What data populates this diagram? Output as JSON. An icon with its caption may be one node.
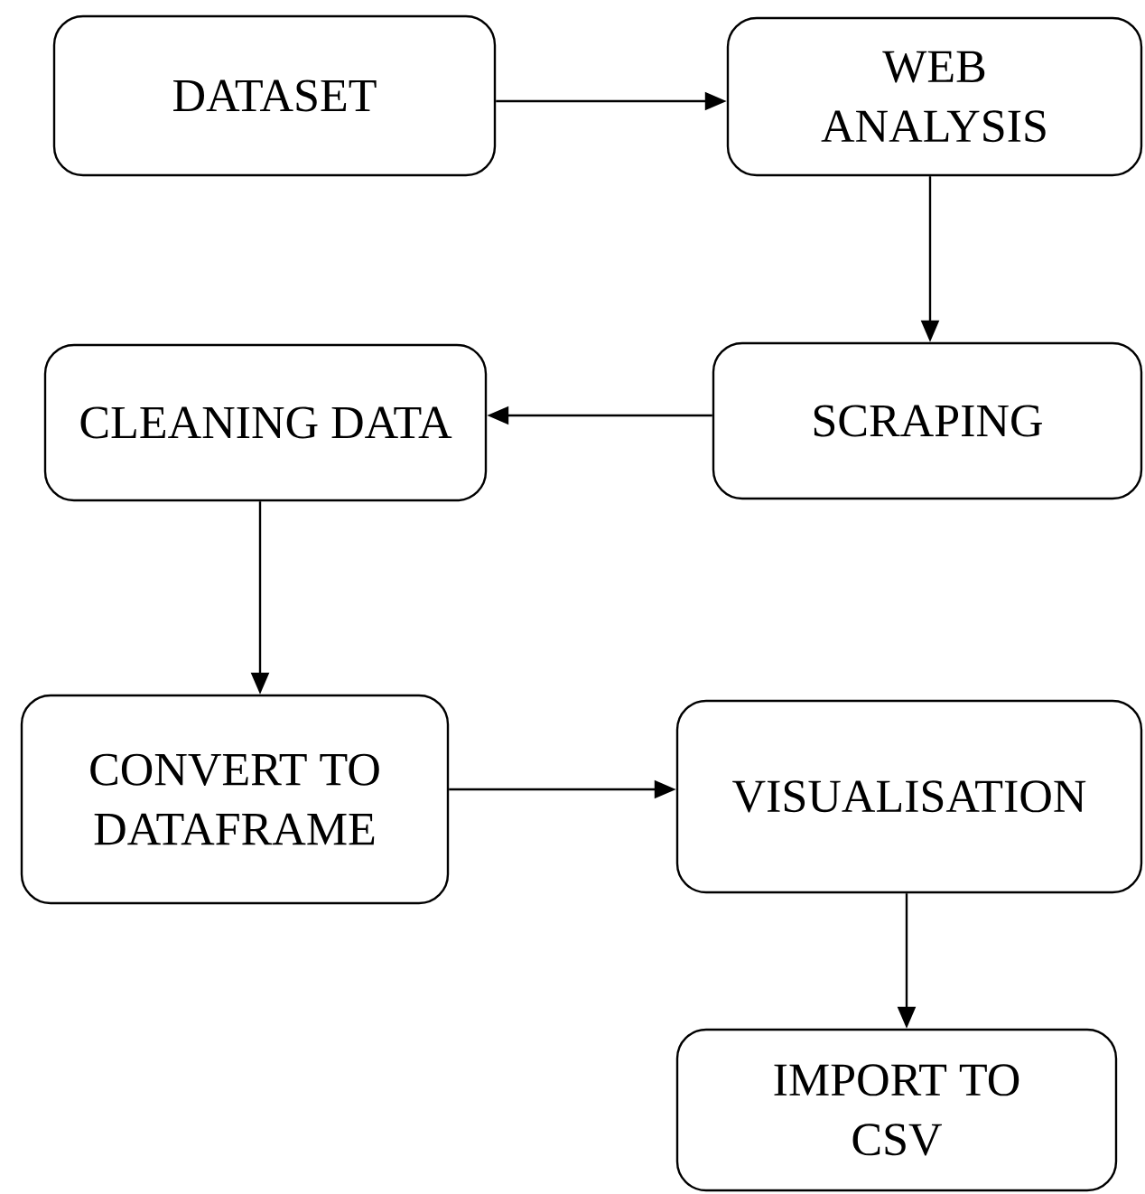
{
  "diagram": {
    "nodes": [
      {
        "text": [
          "DATASET"
        ]
      },
      {
        "text": [
          "WEB ANALYSIS"
        ]
      },
      {
        "text": [
          "CLEANING DATA"
        ]
      },
      {
        "text": [
          "SCRAPING"
        ]
      },
      {
        "text": [
          "CONVERT TO DATAFRAME"
        ]
      },
      {
        "text": [
          "VISUALISATION"
        ]
      },
      {
        "text": [
          "IMPORT TO CSV"
        ]
      }
    ],
    "edges": [
      {
        "from": 0,
        "to": 1,
        "arrow": "to"
      },
      {
        "from": 1,
        "to": 3,
        "arrow": "to"
      },
      {
        "from": 3,
        "to": 2,
        "arrow": "to"
      },
      {
        "from": 2,
        "to": 4,
        "arrow": "to"
      },
      {
        "from": 4,
        "to": 5,
        "arrow": "to"
      },
      {
        "from": 5,
        "to": 6,
        "arrow": "to"
      }
    ]
  }
}
